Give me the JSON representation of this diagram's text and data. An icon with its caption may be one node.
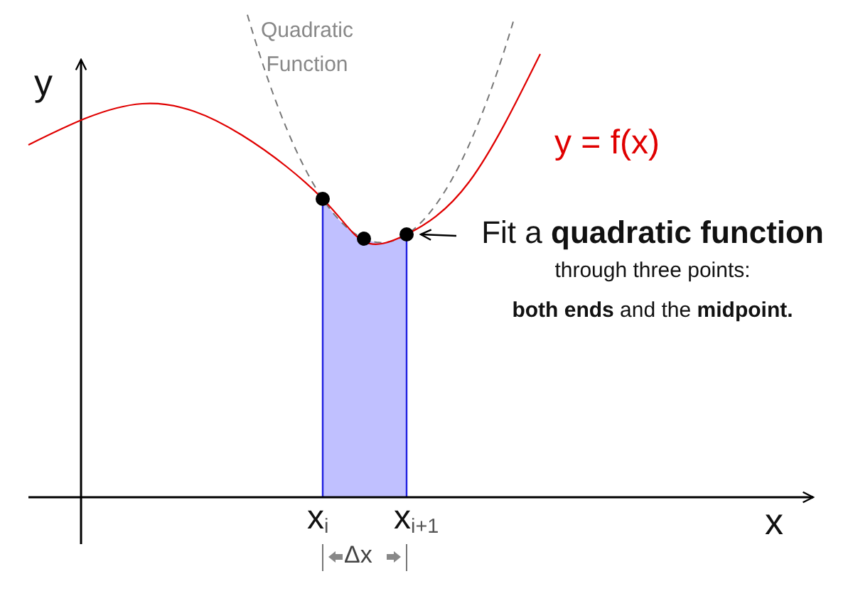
{
  "diagram": {
    "nodes": [
      {
        "text": [],
        "shape": "circle"
      },
      {
        "text": [],
        "shape": "circle"
      },
      {
        "text": [],
        "shape": "circle"
      },
      {
        "text": [
          "Fit a **quadratic function**",
          "through three points:",
          "**both ends** and the **midpoint.**"
        ]
      }
    ],
    "edges": [
      {
        "from": 3,
        "to": 2,
        "arrow": "to"
      }
    ],
    "labels": [
      "Quadratic Function",
      "y",
      "y = f(x)",
      "x$_{i}$",
      "x$_{i+1}$",
      "x",
      "Δx"
    ]
  }
}
